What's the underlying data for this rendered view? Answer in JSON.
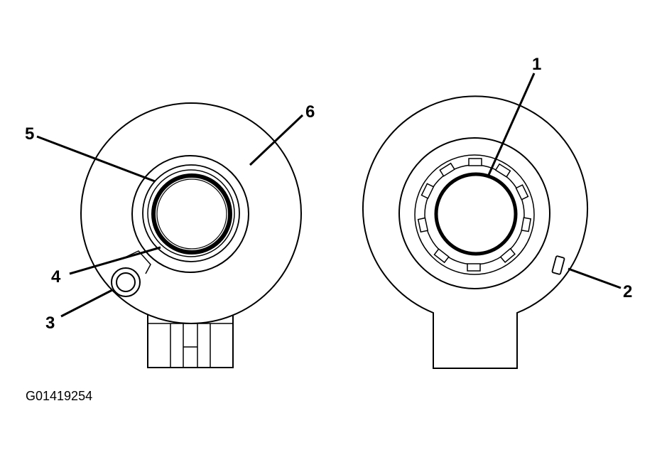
{
  "callouts": {
    "c1": "1",
    "c2": "2",
    "c3": "3",
    "c4": "4",
    "c5": "5",
    "c6": "6"
  },
  "figure_id": "G01419254",
  "colors": {
    "ink": "#000000",
    "paper": "#ffffff"
  }
}
